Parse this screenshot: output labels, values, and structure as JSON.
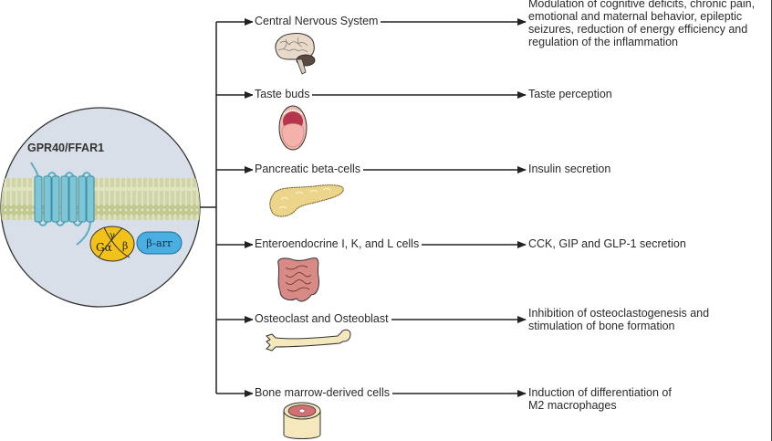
{
  "receptor": {
    "title": "GPR40/FFAR1",
    "g_alpha": "Gα",
    "g_beta": "β",
    "g_gamma": "γ",
    "beta_arrestin": "β-arr"
  },
  "targets": [
    {
      "label": "Central Nervous System",
      "icon": "brain-icon",
      "outcome": [
        "Modulation of cognitive deficits, chronic pain,",
        "emotional and maternal behavior, epileptic",
        "seizures, reduction of energy efficiency and",
        "regulation of the inflammation"
      ]
    },
    {
      "label": "Taste buds",
      "icon": "mouth-icon",
      "outcome": [
        "Taste perception"
      ]
    },
    {
      "label": "Pancreatic beta-cells",
      "icon": "pancreas-icon",
      "outcome": [
        "Insulin secretion"
      ]
    },
    {
      "label": "Enteroendocrine I, K, and L cells",
      "icon": "intestine-icon",
      "outcome": [
        "CCK, GIP and GLP-1 secretion"
      ]
    },
    {
      "label": "Osteoclast and Osteoblast",
      "icon": "bone-icon",
      "outcome": [
        "Inhibition of osteoclastogenesis and",
        "stimulation of bone formation"
      ]
    },
    {
      "label": "Bone marrow-derived cells",
      "icon": "bone-marrow-icon",
      "outcome": [
        "Induction of differentiation of",
        "M2 macrophages"
      ]
    }
  ],
  "colors": {
    "circle_fill": "#d9dfe8",
    "membrane": "#c9cf9a",
    "receptor": "#7ec6d6",
    "g_protein": "#f2c21b",
    "arrestin": "#4aaee0"
  }
}
